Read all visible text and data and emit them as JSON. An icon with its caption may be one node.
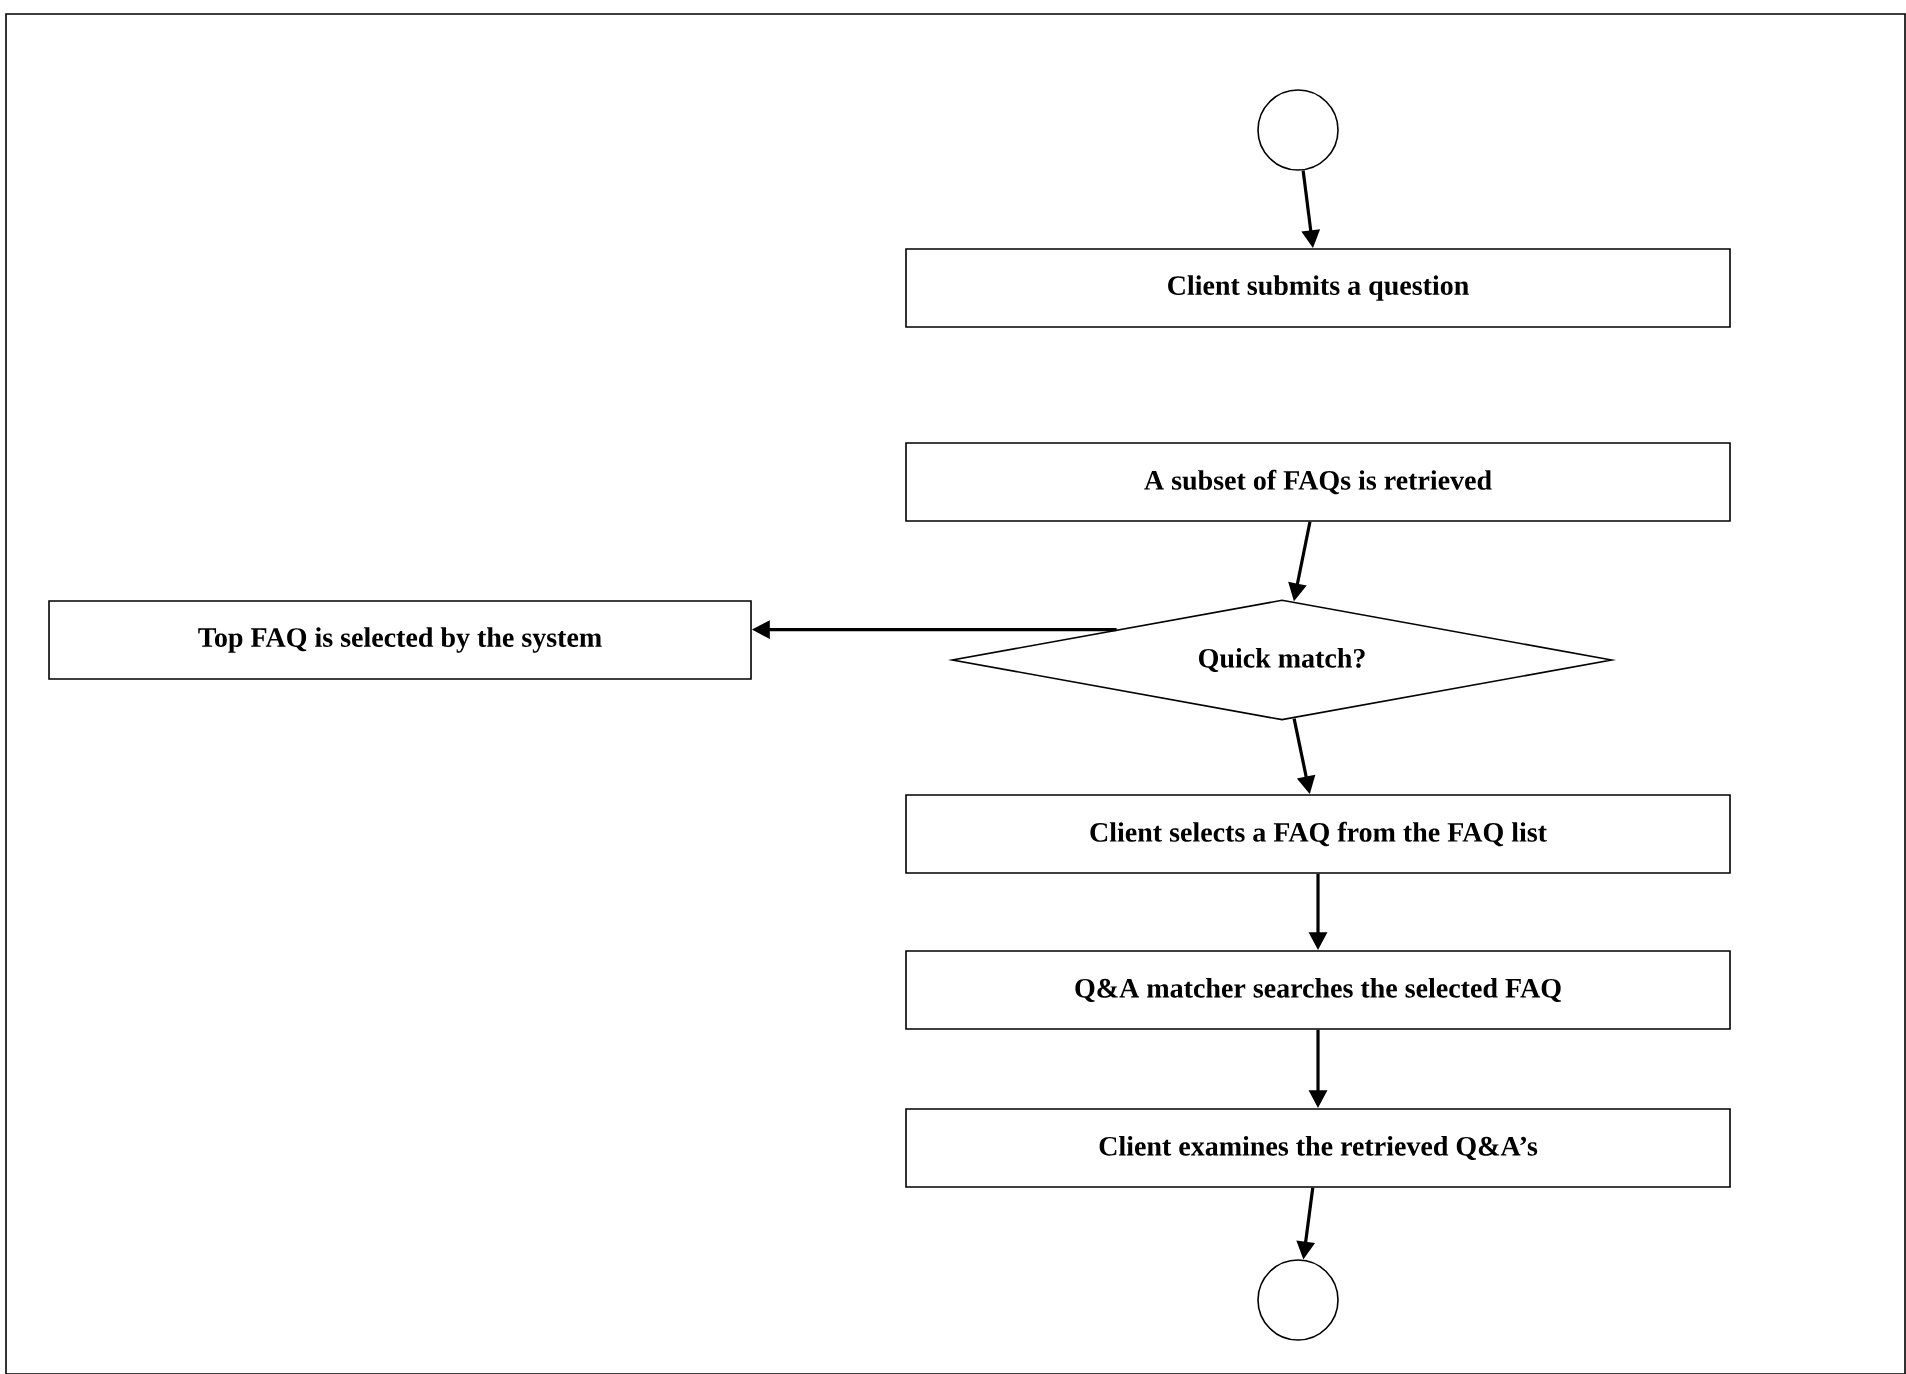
{
  "diagram": {
    "nodes": [
      {
        "text": [],
        "shape": "circle"
      },
      {
        "text": [
          "Client submits a question"
        ]
      },
      {
        "text": [
          "A subset of FAQs is retrieved"
        ]
      },
      {
        "text": [
          "Top FAQ is selected by the system"
        ]
      },
      {
        "text": [
          "Quick match?"
        ]
      },
      {
        "text": [
          "Client selects a FAQ from the FAQ list"
        ]
      },
      {
        "text": [
          "Q&A matcher searches the selected FAQ"
        ]
      },
      {
        "text": [
          "Client examines the retrieved Q&A’s"
        ]
      },
      {
        "text": [],
        "shape": "circle"
      }
    ],
    "edges": [
      {
        "from": 0,
        "to": 1,
        "arrow": "to"
      },
      {
        "from": 2,
        "to": 4,
        "arrow": "to"
      },
      {
        "from": 4,
        "to": 3,
        "arrow": "to"
      },
      {
        "from": 4,
        "to": 5,
        "arrow": "to"
      },
      {
        "from": 5,
        "to": 6,
        "arrow": "to"
      },
      {
        "from": 6,
        "to": 7,
        "arrow": "to"
      },
      {
        "from": 7,
        "to": 8,
        "arrow": "to"
      }
    ]
  }
}
